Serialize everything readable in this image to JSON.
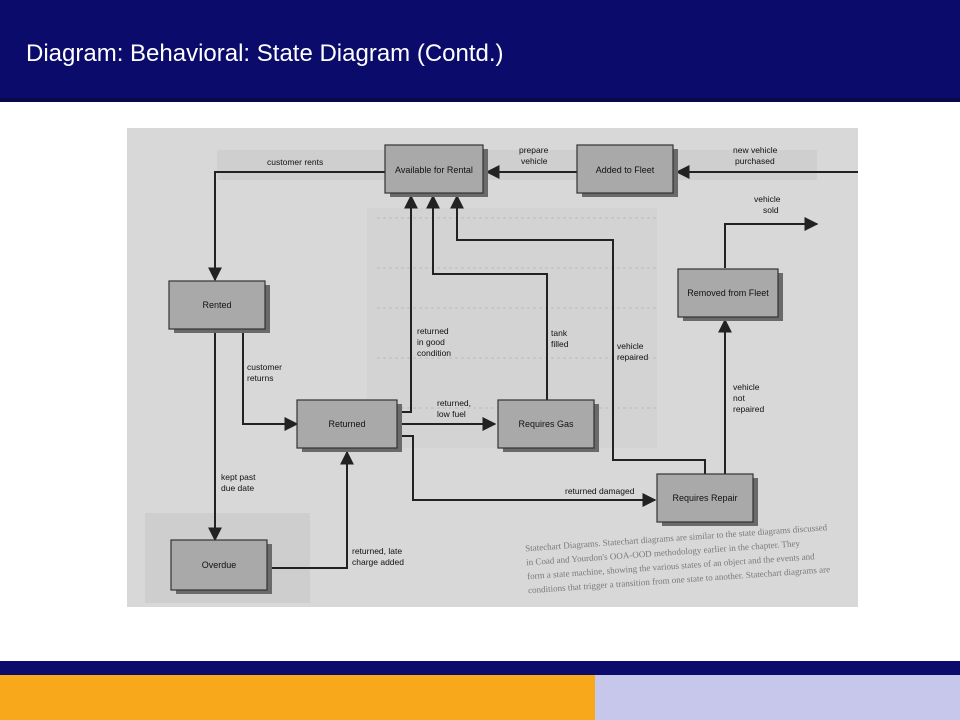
{
  "slide": {
    "title": "Diagram: Behavioral: State Diagram (Contd.)"
  },
  "diagram": {
    "states": {
      "available": "Available for Rental",
      "added": "Added to Fleet",
      "rented": "Rented",
      "removed": "Removed from Fleet",
      "returned": "Returned",
      "requires_gas": "Requires Gas",
      "requires_repair": "Requires Repair",
      "overdue": "Overdue"
    },
    "events": {
      "customer_rents": "customer rents",
      "prepare_1": "prepare",
      "prepare_2": "vehicle",
      "new_vehicle_1": "new vehicle",
      "new_vehicle_2": "purchased",
      "vehicle_sold_1": "vehicle",
      "vehicle_sold_2": "sold",
      "customer_returns_1": "customer",
      "customer_returns_2": "returns",
      "good_cond_1": "returned",
      "good_cond_2": "in good",
      "good_cond_3": "condition",
      "tank_1": "tank",
      "tank_2": "filled",
      "repaired_1": "vehicle",
      "repaired_2": "repaired",
      "low_fuel_1": "returned,",
      "low_fuel_2": "low fuel",
      "not_repaired_1": "vehicle",
      "not_repaired_2": "not",
      "not_repaired_3": "repaired",
      "kept_past_1": "kept past",
      "kept_past_2": "due date",
      "damaged": "returned damaged",
      "late_1": "returned, late",
      "late_2": "charge added"
    },
    "background_text": [
      "Statechart Diagrams. Statechart diagrams are similar to the state diagrams discussed",
      "in Coad and Yourdon's OOA-OOD methodology earlier in the chapter. They",
      "form a state machine, showing the various states of an object and the events and",
      "conditions that trigger a transition from one state to another. Statechart diagrams are"
    ]
  },
  "colors": {
    "header": "#0b0b6b",
    "footer_orange": "#f7a81b",
    "footer_lavender": "#c7c7ec"
  }
}
